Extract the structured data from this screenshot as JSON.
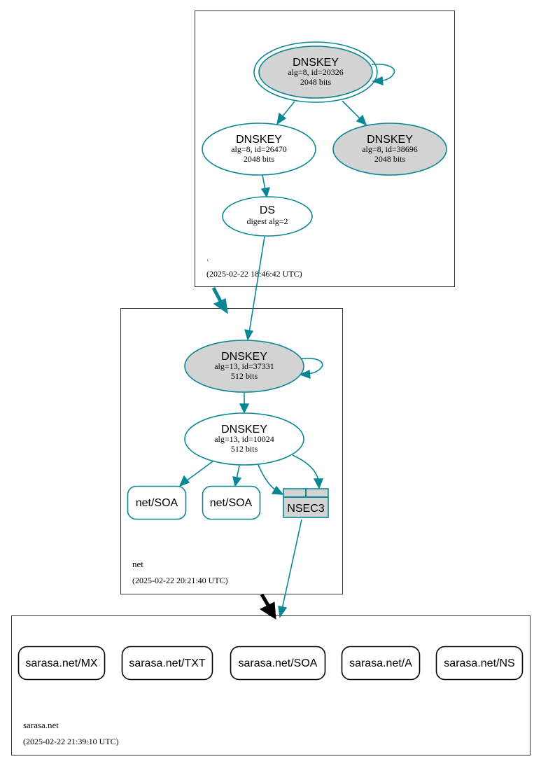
{
  "colors": {
    "edge": "#0a8795",
    "fill_gray": "#d3d3d3",
    "fill_white": "#ffffff",
    "delegation_black": "#000000"
  },
  "zones": {
    "root": {
      "name": ".",
      "timestamp": "(2025-02-22 18:46:42 UTC)"
    },
    "net": {
      "name": "net",
      "timestamp": "(2025-02-22 20:21:40 UTC)"
    },
    "sarasa": {
      "name": "sarasa.net",
      "timestamp": "(2025-02-22 21:39:10 UTC)"
    }
  },
  "nodes": {
    "root_ksk": {
      "title": "DNSKEY",
      "line1": "alg=8, id=20326",
      "line2": "2048 bits"
    },
    "root_zsk1": {
      "title": "DNSKEY",
      "line1": "alg=8, id=26470",
      "line2": "2048 bits"
    },
    "root_zsk2": {
      "title": "DNSKEY",
      "line1": "alg=8, id=38696",
      "line2": "2048 bits"
    },
    "root_ds": {
      "title": "DS",
      "line1": "digest alg=2"
    },
    "net_ksk": {
      "title": "DNSKEY",
      "line1": "alg=13, id=37331",
      "line2": "512 bits"
    },
    "net_zsk": {
      "title": "DNSKEY",
      "line1": "alg=13, id=10024",
      "line2": "512 bits"
    },
    "net_soa1": {
      "label": "net/SOA"
    },
    "net_soa2": {
      "label": "net/SOA"
    },
    "net_nsec3": {
      "label": "NSEC3"
    },
    "sarasa_mx": {
      "label": "sarasa.net/MX"
    },
    "sarasa_txt": {
      "label": "sarasa.net/TXT"
    },
    "sarasa_soa": {
      "label": "sarasa.net/SOA"
    },
    "sarasa_a": {
      "label": "sarasa.net/A"
    },
    "sarasa_ns": {
      "label": "sarasa.net/NS"
    }
  }
}
